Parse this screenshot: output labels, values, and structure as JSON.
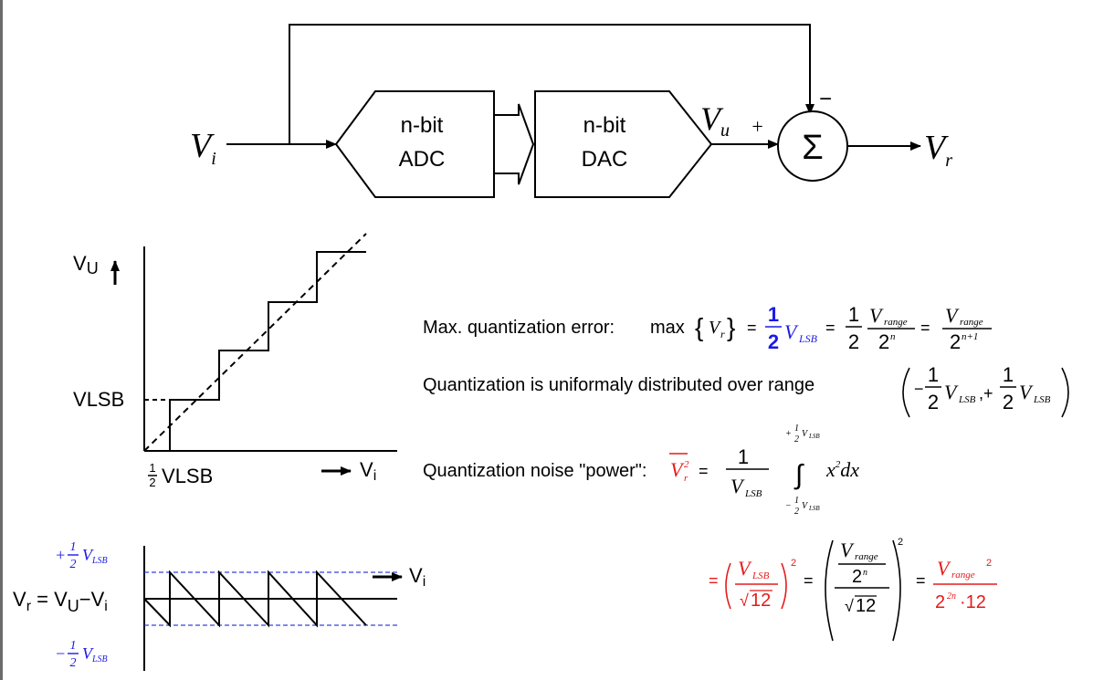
{
  "block_diagram": {
    "input": "V",
    "input_sub": "i",
    "adc_line1": "n-bit",
    "adc_line2": "ADC",
    "dac_line1": "n-bit",
    "dac_line2": "DAC",
    "vu": "V",
    "vu_sub": "u",
    "plus": "+",
    "minus": "−",
    "sigma": "Σ",
    "output": "V",
    "output_sub": "r"
  },
  "staircase_plot": {
    "y_label": "V",
    "y_label_sub": "U",
    "vlsb": "V",
    "vlsb_sub": "LSB",
    "half_num": "1",
    "half_den": "2",
    "half_label": "V",
    "half_label_sub": "LSB",
    "x_label": "V",
    "x_label_sub": "i"
  },
  "error_plot": {
    "upper_sign": "+",
    "upper_num": "1",
    "upper_den": "2",
    "upper_v": "V",
    "upper_sub": "LSB",
    "lower_sign": "−",
    "lower_num": "1",
    "lower_den": "2",
    "lower_v": "V",
    "lower_sub": "LSB",
    "eq_lhs": "V",
    "eq_lhs_sub": "r",
    "eq_mid": " = V",
    "eq_mid_sub": "U",
    "eq_minus": "−V",
    "eq_rhs_sub": "i",
    "x_label": "V",
    "x_label_sub": "i"
  },
  "equations": {
    "max_text": "Max. quantization error:",
    "max_fn": "max",
    "one": "1",
    "two": "2",
    "n": "n",
    "n_plus_1": "n+1",
    "two_n": "2n",
    "twelve": "12",
    "sq": "2",
    "range": "range",
    "lsb": "LSB",
    "uniform_text": "Quantization is uniformaly distributed over range",
    "noise_text": "Quantization noise \"power\":",
    "x2dx": "x",
    "dx": "dx",
    "times_twelve": "·12"
  },
  "colors": {
    "blue": "#1a1ae6",
    "red": "#e61a1a",
    "line": "#000000",
    "dashed_blue": "#3344dd"
  }
}
